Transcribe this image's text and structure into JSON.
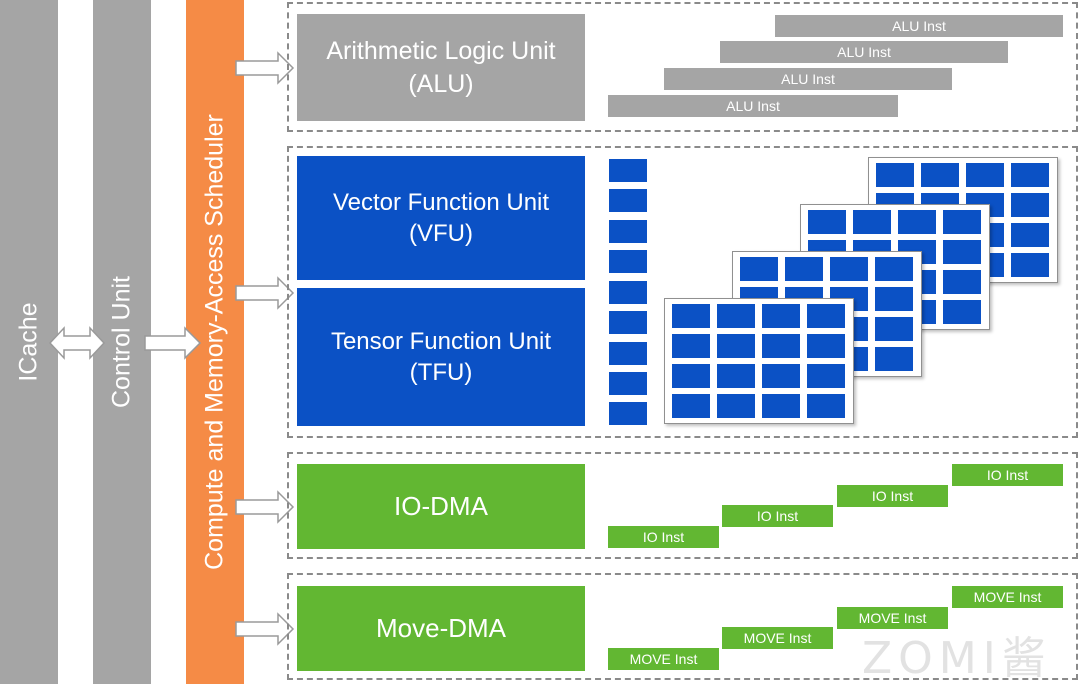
{
  "bars": {
    "icache": "ICache",
    "control": "Control Unit",
    "scheduler": "Compute and Memory-Access Scheduler"
  },
  "alu": {
    "line1": "Arithmetic Logic Unit",
    "line2": "(ALU)",
    "inst": "ALU Inst"
  },
  "vfu": {
    "line1": "Vector Function Unit",
    "line2": "(VFU)"
  },
  "tfu": {
    "line1": "Tensor Function Unit",
    "line2": "(TFU)"
  },
  "io": {
    "label": "IO-DMA",
    "inst": "IO Inst"
  },
  "move": {
    "label": "Move-DMA",
    "inst": "MOVE Inst"
  },
  "watermark": "ZOMI酱",
  "colors": {
    "gray": "#a5a5a5",
    "orange": "#f58b46",
    "blue": "#0b51c5",
    "green": "#62b732"
  }
}
